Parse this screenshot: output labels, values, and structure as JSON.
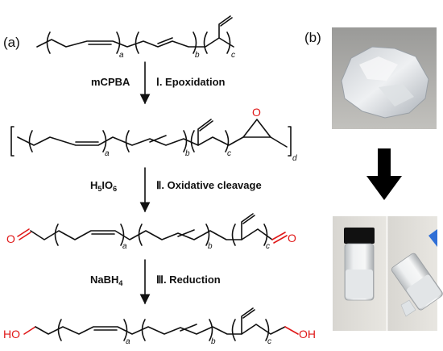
{
  "panels": {
    "a": "(a)",
    "b": "(b)"
  },
  "subscripts": {
    "a": "a",
    "b": "b",
    "c": "c",
    "d": "d"
  },
  "steps": [
    {
      "reagent": "mCPBA",
      "label": "Ⅰ. Epoxidation"
    },
    {
      "reagent": "H5IO6",
      "label": "Ⅱ. Oxidative cleavage"
    },
    {
      "reagent": "NaBH4",
      "label": "Ⅲ. Reduction"
    }
  ],
  "atoms": {
    "epoxide_o": "O",
    "aldehyde_o": "O",
    "hydroxyl": "HO",
    "hydroxyl_end": "OH"
  },
  "colors": {
    "ink": "#111111",
    "red": "#e01818",
    "accent_arrow": "#000000"
  }
}
